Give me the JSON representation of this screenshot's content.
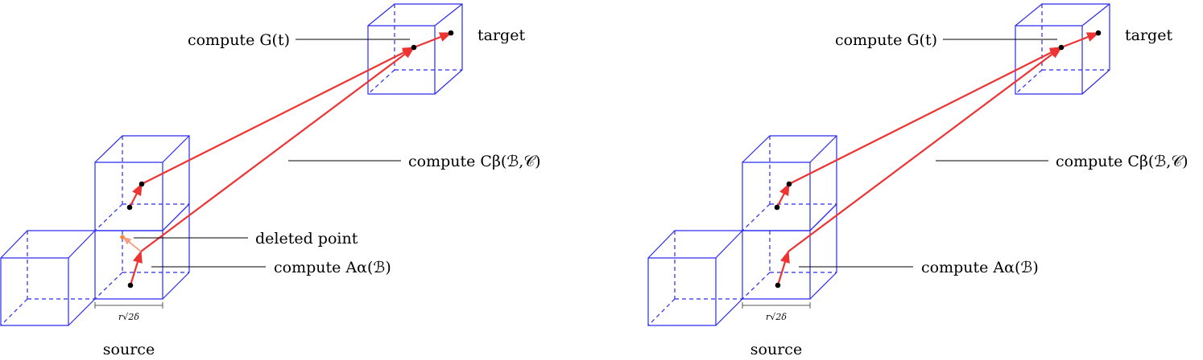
{
  "panels": [
    {
      "id": "left",
      "labels": {
        "compute_g": "compute G(t)",
        "target": "target",
        "compute_c": "compute Cβ(ℬ,𝒞)",
        "deleted": "deleted point",
        "compute_a": "compute Aα(ℬ)",
        "width": "r√2δ",
        "source": "source"
      }
    },
    {
      "id": "right",
      "labels": {
        "compute_g": "compute G(t)",
        "target": "target",
        "compute_c": "compute Cβ(ℬ,𝒞)",
        "compute_a": "compute Aα(ℬ)",
        "width": "r√2δ",
        "source": "source"
      }
    }
  ],
  "colors": {
    "cube_edges": "#2a2af0",
    "arrows": "#ee3333",
    "deleted_arrow": "#f4a080",
    "points": "#000000",
    "leaders": "#000000"
  }
}
